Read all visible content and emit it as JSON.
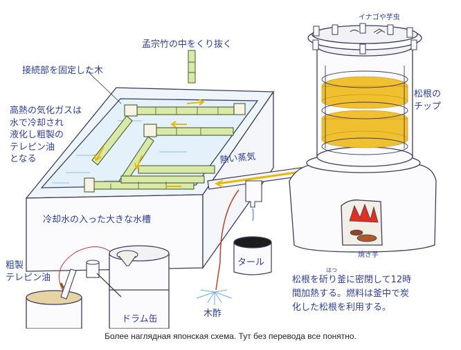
{
  "labels": {
    "bamboo_hollow": "孟宗竹の中をくり抜く",
    "joint_wood": "接続部を固定した木",
    "gas_note": "高熱の気化ガスは\n水で冷却され\n液化し粗製の\nテレピン油\nとなる",
    "hot_steam": "熱い蒸気",
    "tank": "冷却水の入った大きな水槽",
    "crude_turpentine": "粗製\nテレピン油",
    "drum": "ドラム缶",
    "tar": "タール",
    "wood_vinegar": "木酢",
    "pine_chips": "松根の\nチップ",
    "insects": "イナゴや芋虫",
    "sweet_potato": "焼き芋",
    "furi": "はつ",
    "process_note": "松根を斫り釜に密閉して12時\n間加熱する。燃料は釜中で炭\n化した松根を利用する。"
  },
  "caption": "Более наглядная японская схема. Тут без перевода все понятно."
}
